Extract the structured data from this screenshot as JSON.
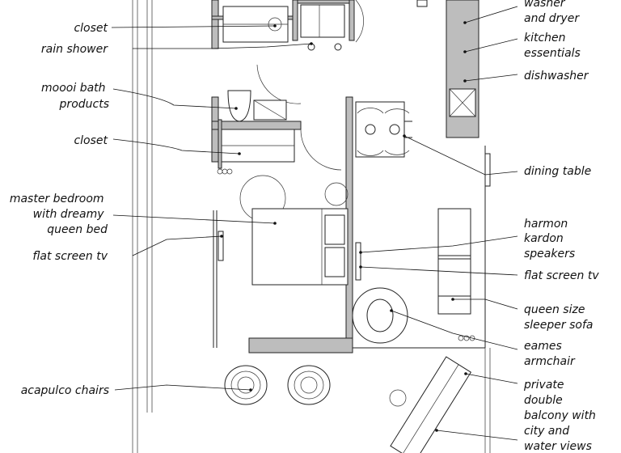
{
  "labels_left": [
    {
      "id": "closet-top",
      "lines": [
        "closet"
      ]
    },
    {
      "id": "rain-shower",
      "lines": [
        "rain shower"
      ]
    },
    {
      "id": "moooi-bath-products",
      "lines": [
        "moooi bath",
        "products"
      ]
    },
    {
      "id": "closet-bedroom",
      "lines": [
        "closet"
      ]
    },
    {
      "id": "master-bedroom",
      "lines": [
        "master bedroom",
        "with dreamy",
        "queen bed"
      ]
    },
    {
      "id": "flat-screen-tv-left",
      "lines": [
        "flat screen tv"
      ]
    },
    {
      "id": "acapulco-chairs",
      "lines": [
        "acapulco chairs"
      ]
    }
  ],
  "labels_right": [
    {
      "id": "washer-dryer",
      "lines": [
        "washer",
        "and dryer"
      ]
    },
    {
      "id": "kitchen-essentials",
      "lines": [
        "kitchen",
        "essentials"
      ]
    },
    {
      "id": "dishwasher",
      "lines": [
        "dishwasher"
      ]
    },
    {
      "id": "dining-table",
      "lines": [
        "dining table"
      ]
    },
    {
      "id": "harmon-kardon-speakers",
      "lines": [
        "harmon",
        "kardon",
        "speakers"
      ]
    },
    {
      "id": "flat-screen-tv-right",
      "lines": [
        "flat screen tv"
      ]
    },
    {
      "id": "queen-size-sleeper-sofa",
      "lines": [
        "queen size",
        "sleeper sofa"
      ]
    },
    {
      "id": "eames-armchair",
      "lines": [
        "eames",
        "armchair"
      ]
    },
    {
      "id": "private-double-balcony",
      "lines": [
        "private",
        "double",
        "balcony with",
        "city and",
        "water views"
      ]
    }
  ]
}
